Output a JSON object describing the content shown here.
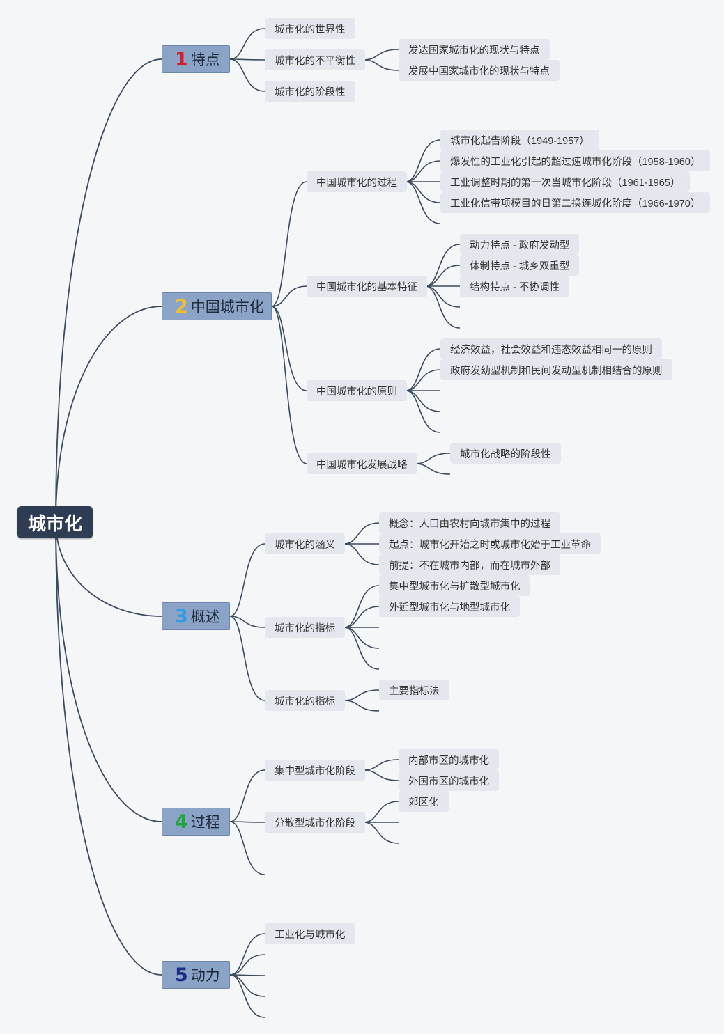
{
  "root": "城市化",
  "colors": {
    "line": "#3b4a5e",
    "root_bg": "#2e3d54",
    "main_bg": "#8aa3c6",
    "node_bg": "#e4e8ee",
    "num_1": "#d0202e",
    "num_2": "#f0c030",
    "num_3": "#2f9be0",
    "num_4": "#1fa53a",
    "num_5": "#1c2f86"
  },
  "branches": [
    {
      "num": "1",
      "label": "特点",
      "children": [
        {
          "label": "城市化的世界性",
          "children": []
        },
        {
          "label": "城市化的不平衡性",
          "children": [
            "发达国家城市化的现状与特点",
            "发展中国家城市化的现状与特点"
          ]
        },
        {
          "label": "城市化的阶段性",
          "children": []
        }
      ]
    },
    {
      "num": "2",
      "label": "中国城市化",
      "children": [
        {
          "label": "中国城市化的过程",
          "children": [
            "城市化起告阶段（1949-1957）",
            "爆发性的工业化引起的超过速城市化阶段（1958-1960）",
            "工业调整时期的第一次当城市化阶段（1961-1965）",
            "工业化信带项模目的日第二换连城化阶度（1966-1970）"
          ]
        },
        {
          "label": "中国城市化的基本特征",
          "children": [
            "动力特点 - 政府发动型",
            "体制特点 - 城乡双重型",
            "结构特点 - 不协调性"
          ]
        },
        {
          "label": "中国城市化的原则",
          "children": [
            "经济效益，社会效益和违态效益相同一的原则",
            "政府发幼型机制和民间发动型机制相结合的原则"
          ]
        },
        {
          "label": "中国城市化发展战略",
          "children": [
            "城市化战略的阶段性"
          ]
        }
      ]
    },
    {
      "num": "3",
      "label": "概述",
      "children": [
        {
          "label": "城市化的涵义",
          "children": [
            "概念：人口由农村向城市集中的过程",
            "起点：城市化开始之时或城市化始于工业革命",
            "前提：不在城市内部，而在城市外部"
          ]
        },
        {
          "label": "城市化的指标",
          "children": [
            "集中型城市化与扩散型城市化",
            "外延型城市化与地型城市化"
          ]
        },
        {
          "label": "城市化的指标",
          "children": [
            "主要指标法"
          ]
        }
      ]
    },
    {
      "num": "4",
      "label": "过程",
      "children": [
        {
          "label": "集中型城市化阶段",
          "children": [
            "内部市区的城市化",
            "外国市区的城市化"
          ]
        },
        {
          "label": "分散型城市化阶段",
          "children": [
            "郊区化"
          ]
        }
      ]
    },
    {
      "num": "5",
      "label": "动力",
      "children": [
        {
          "label": "工业化与城市化",
          "children": []
        }
      ]
    }
  ]
}
